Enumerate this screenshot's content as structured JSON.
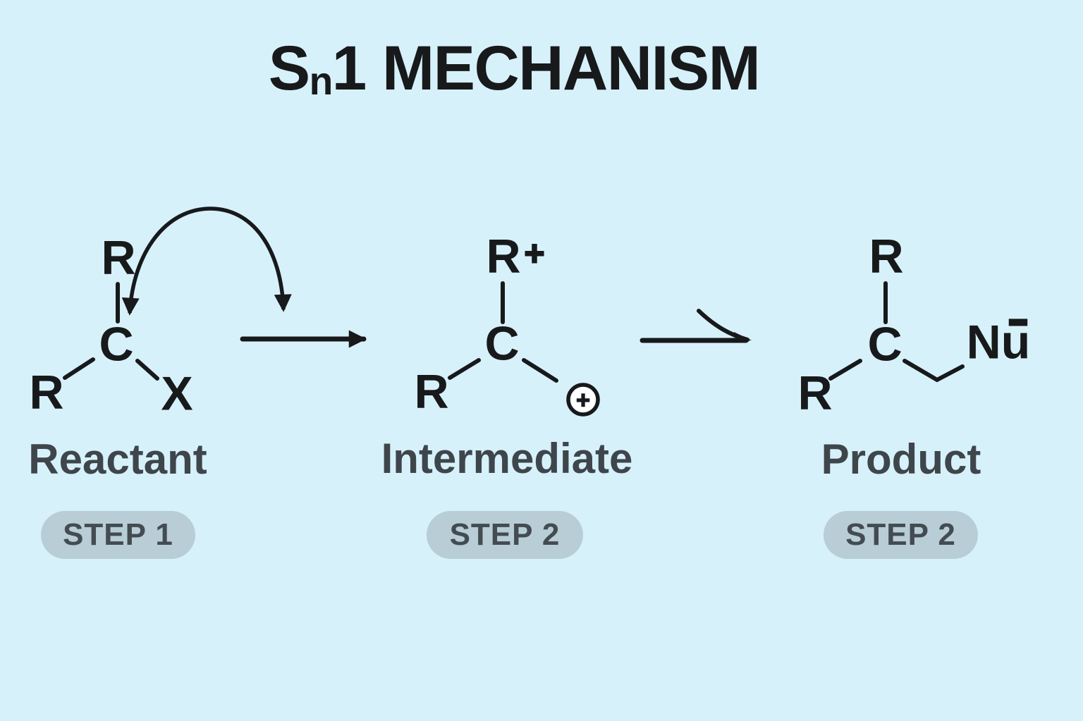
{
  "colors": {
    "background": "#d7f1fb",
    "ink": "#17191b",
    "label": "#3e464b",
    "badge_bg": "#b9cdd7",
    "badge_text": "#424c51",
    "charge_circle_fill": "#ffffff"
  },
  "title": {
    "s": "S",
    "sub": "n",
    "rest": "1 MECHANISM"
  },
  "stages": [
    {
      "name": "Reactant",
      "step": "STEP 1",
      "atoms": {
        "top": "R",
        "center": "C",
        "left": "R",
        "right": "X"
      }
    },
    {
      "name": "Intermediate",
      "step": "STEP 2",
      "atoms": {
        "top": "R",
        "top_charge": "+",
        "center": "C",
        "left": "R"
      },
      "charge_symbol": "+"
    },
    {
      "name": "Product",
      "step": "STEP 2",
      "atoms": {
        "top": "R",
        "center": "C",
        "left": "R",
        "right": "Nu",
        "right_charge": "−"
      }
    }
  ]
}
